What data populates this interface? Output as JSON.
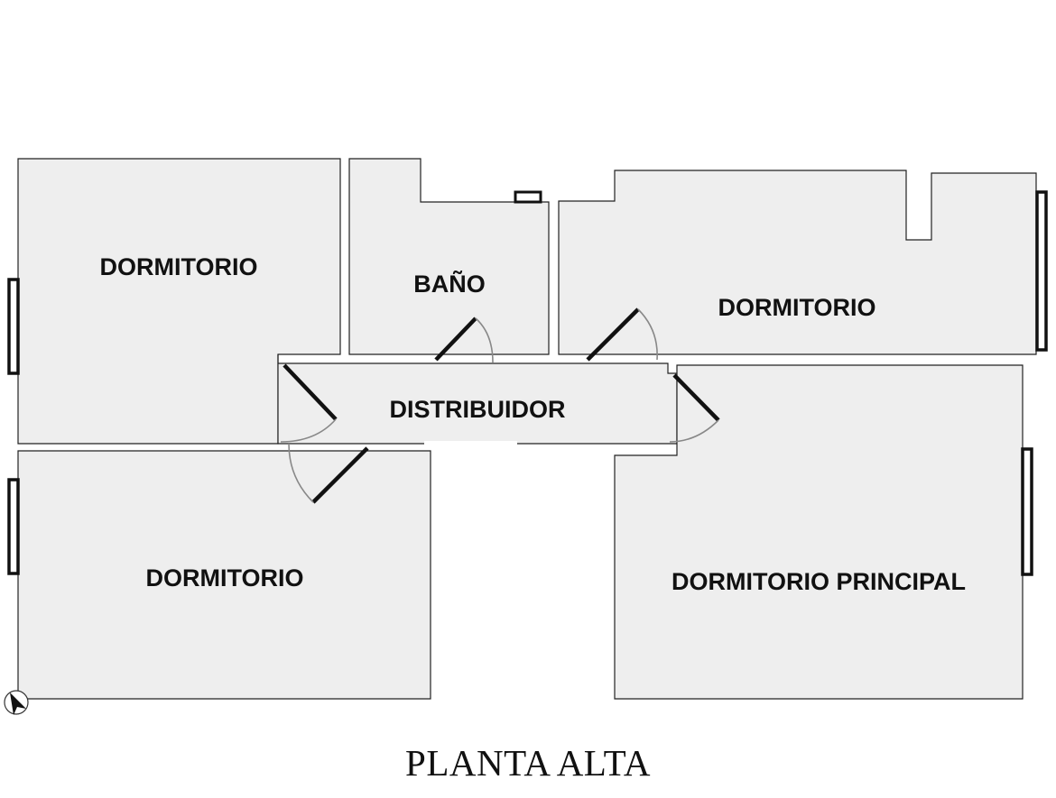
{
  "title": "PLANTA ALTA",
  "colors": {
    "room_fill": "#eeeeee",
    "wall": "#222222",
    "door": "#111111",
    "door_swing": "#888888"
  },
  "rooms": [
    {
      "id": "top-left",
      "label": "DORMITORIO"
    },
    {
      "id": "bath",
      "label": "BAÑO"
    },
    {
      "id": "top-right",
      "label": "DORMITORIO"
    },
    {
      "id": "hall",
      "label": "DISTRIBUIDOR"
    },
    {
      "id": "bottom-left",
      "label": "DORMITORIO"
    },
    {
      "id": "master",
      "label": "DORMITORIO PRINCIPAL"
    }
  ],
  "icons": {
    "north": "north-arrow-icon"
  }
}
